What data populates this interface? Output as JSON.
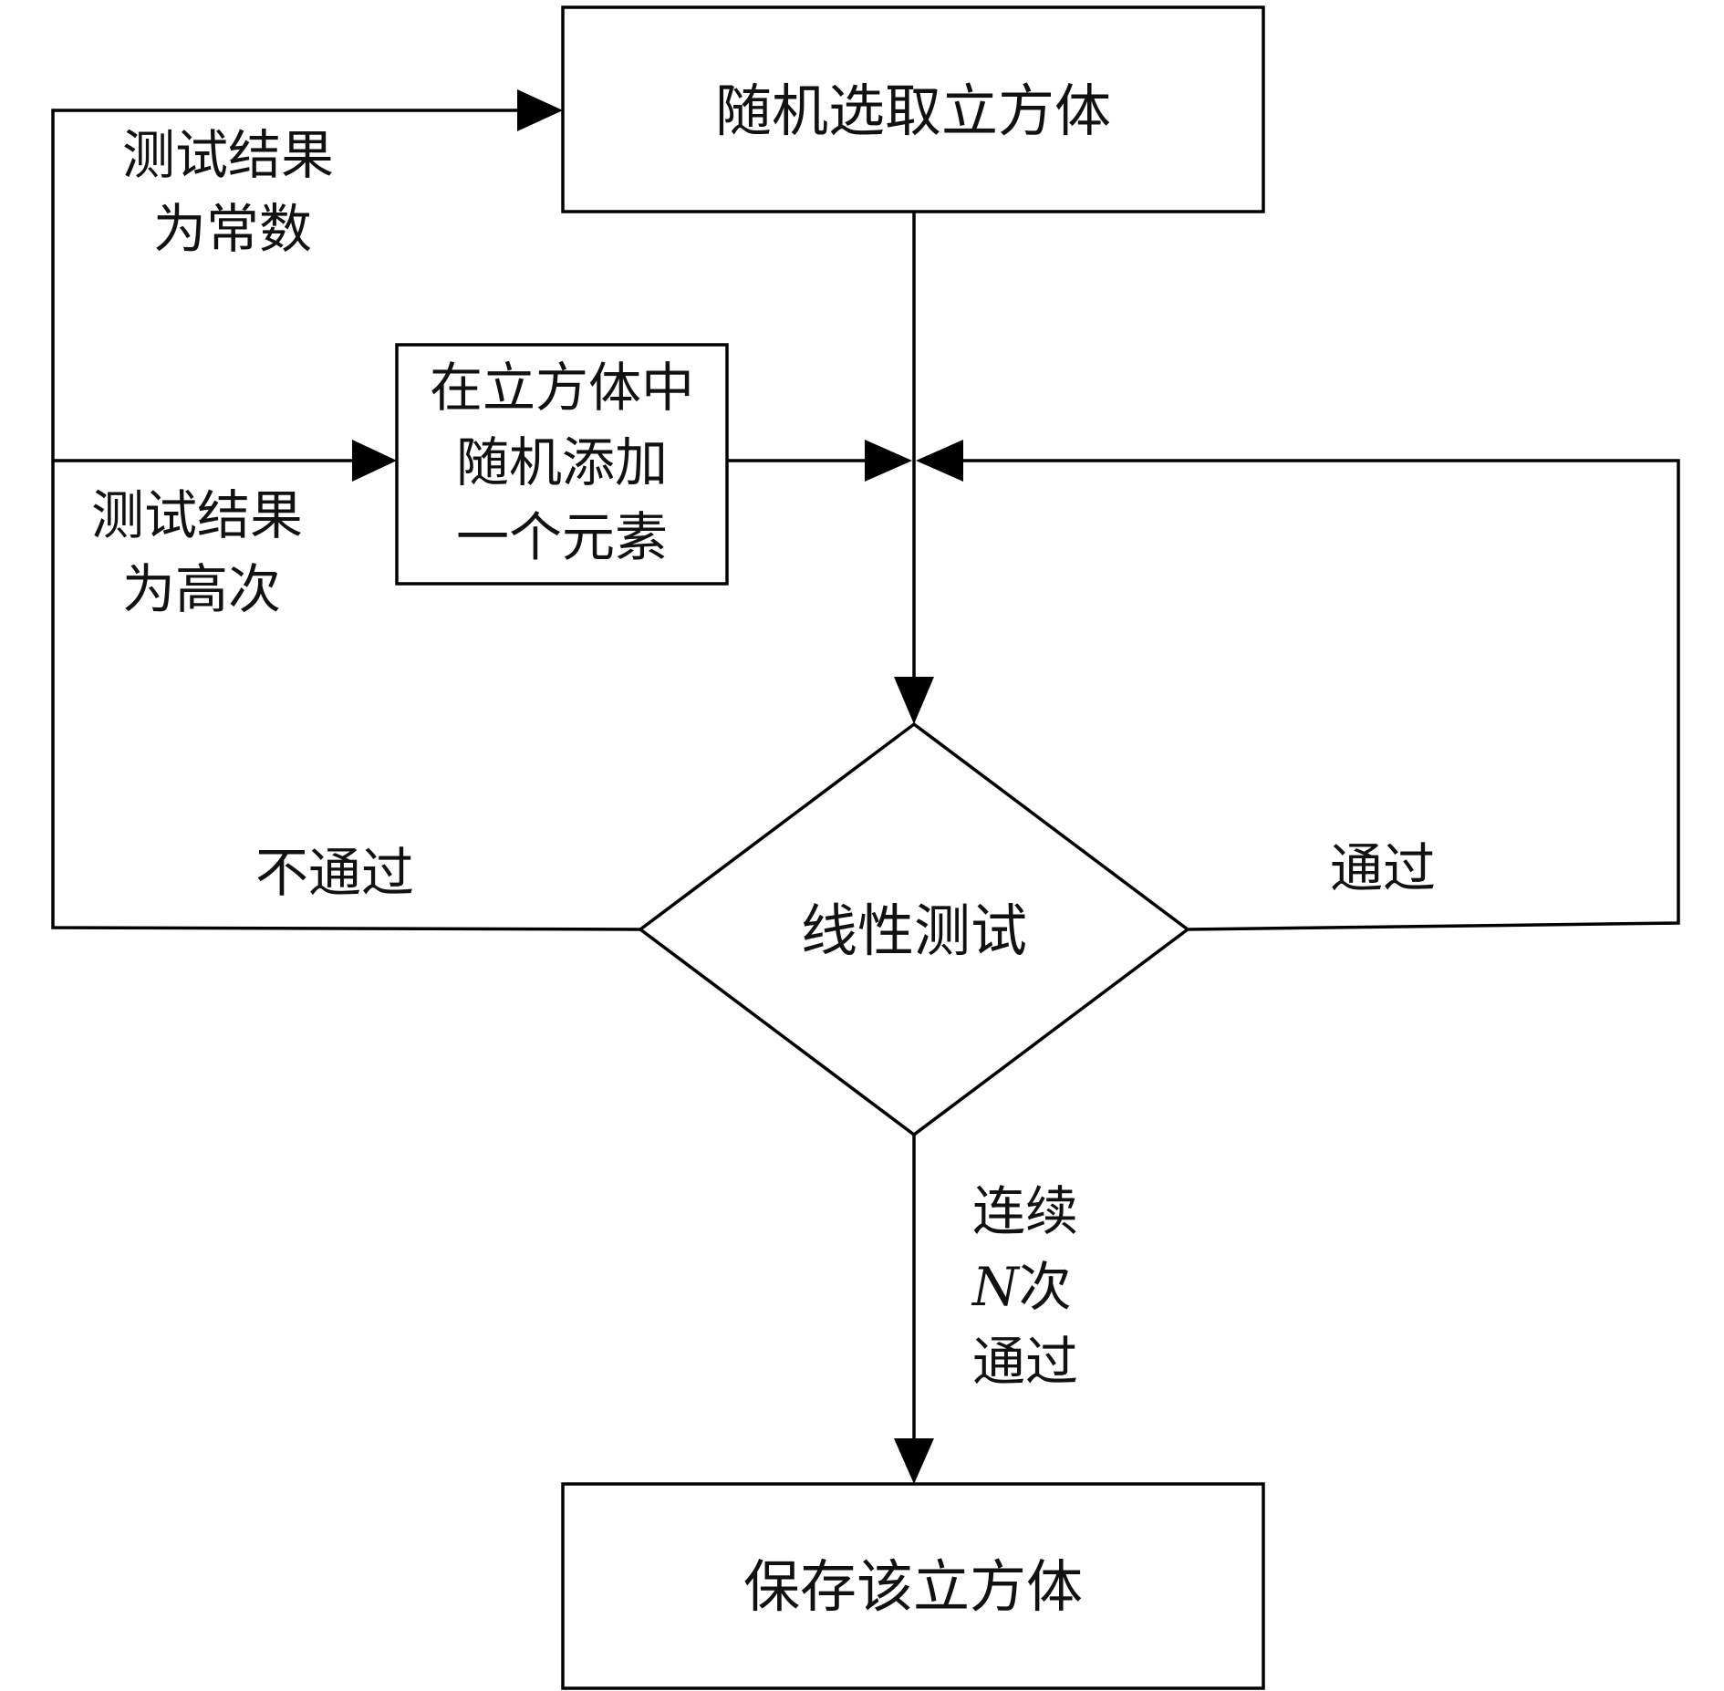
{
  "nodes": {
    "random_select": "随机选取立方体",
    "add_element": {
      "line1": "在立方体中",
      "line2": "随机添加",
      "line3": "一个元素"
    },
    "linear_test": "线性测试",
    "save_cube": "保存该立方体"
  },
  "edges": {
    "result_constant": {
      "line1": "测试结果",
      "line2": "为常数"
    },
    "result_high_order": {
      "line1": "测试结果",
      "line2": "为高次"
    },
    "fail": "不通过",
    "pass": "通过",
    "pass_n_times": {
      "line1": "连续",
      "n_symbol": "N",
      "line2_suffix": "次",
      "line3": "通过"
    }
  },
  "colors": {
    "stroke": "#000000",
    "background": "#ffffff",
    "text": "#111111"
  }
}
